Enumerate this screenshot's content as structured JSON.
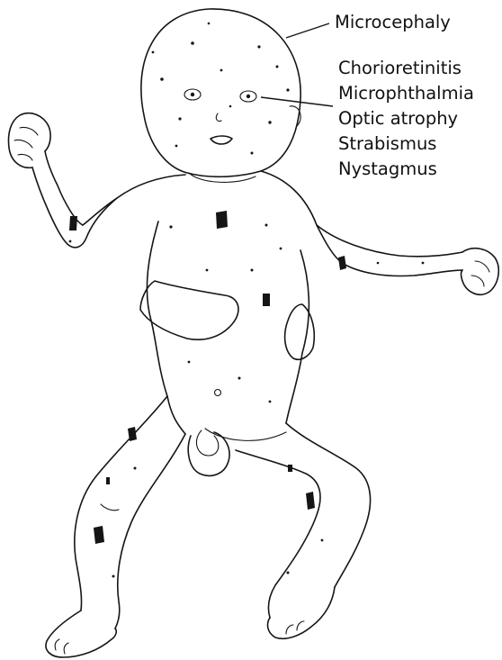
{
  "figure": {
    "labels": {
      "head": "Microcephaly",
      "eye_findings": [
        "Chorioretinitis",
        "Microphthalmia",
        "Optic atrophy",
        "Strabismus",
        "Nystagmus"
      ]
    },
    "colors": {
      "ink": "#151515",
      "background": "#ffffff"
    }
  }
}
